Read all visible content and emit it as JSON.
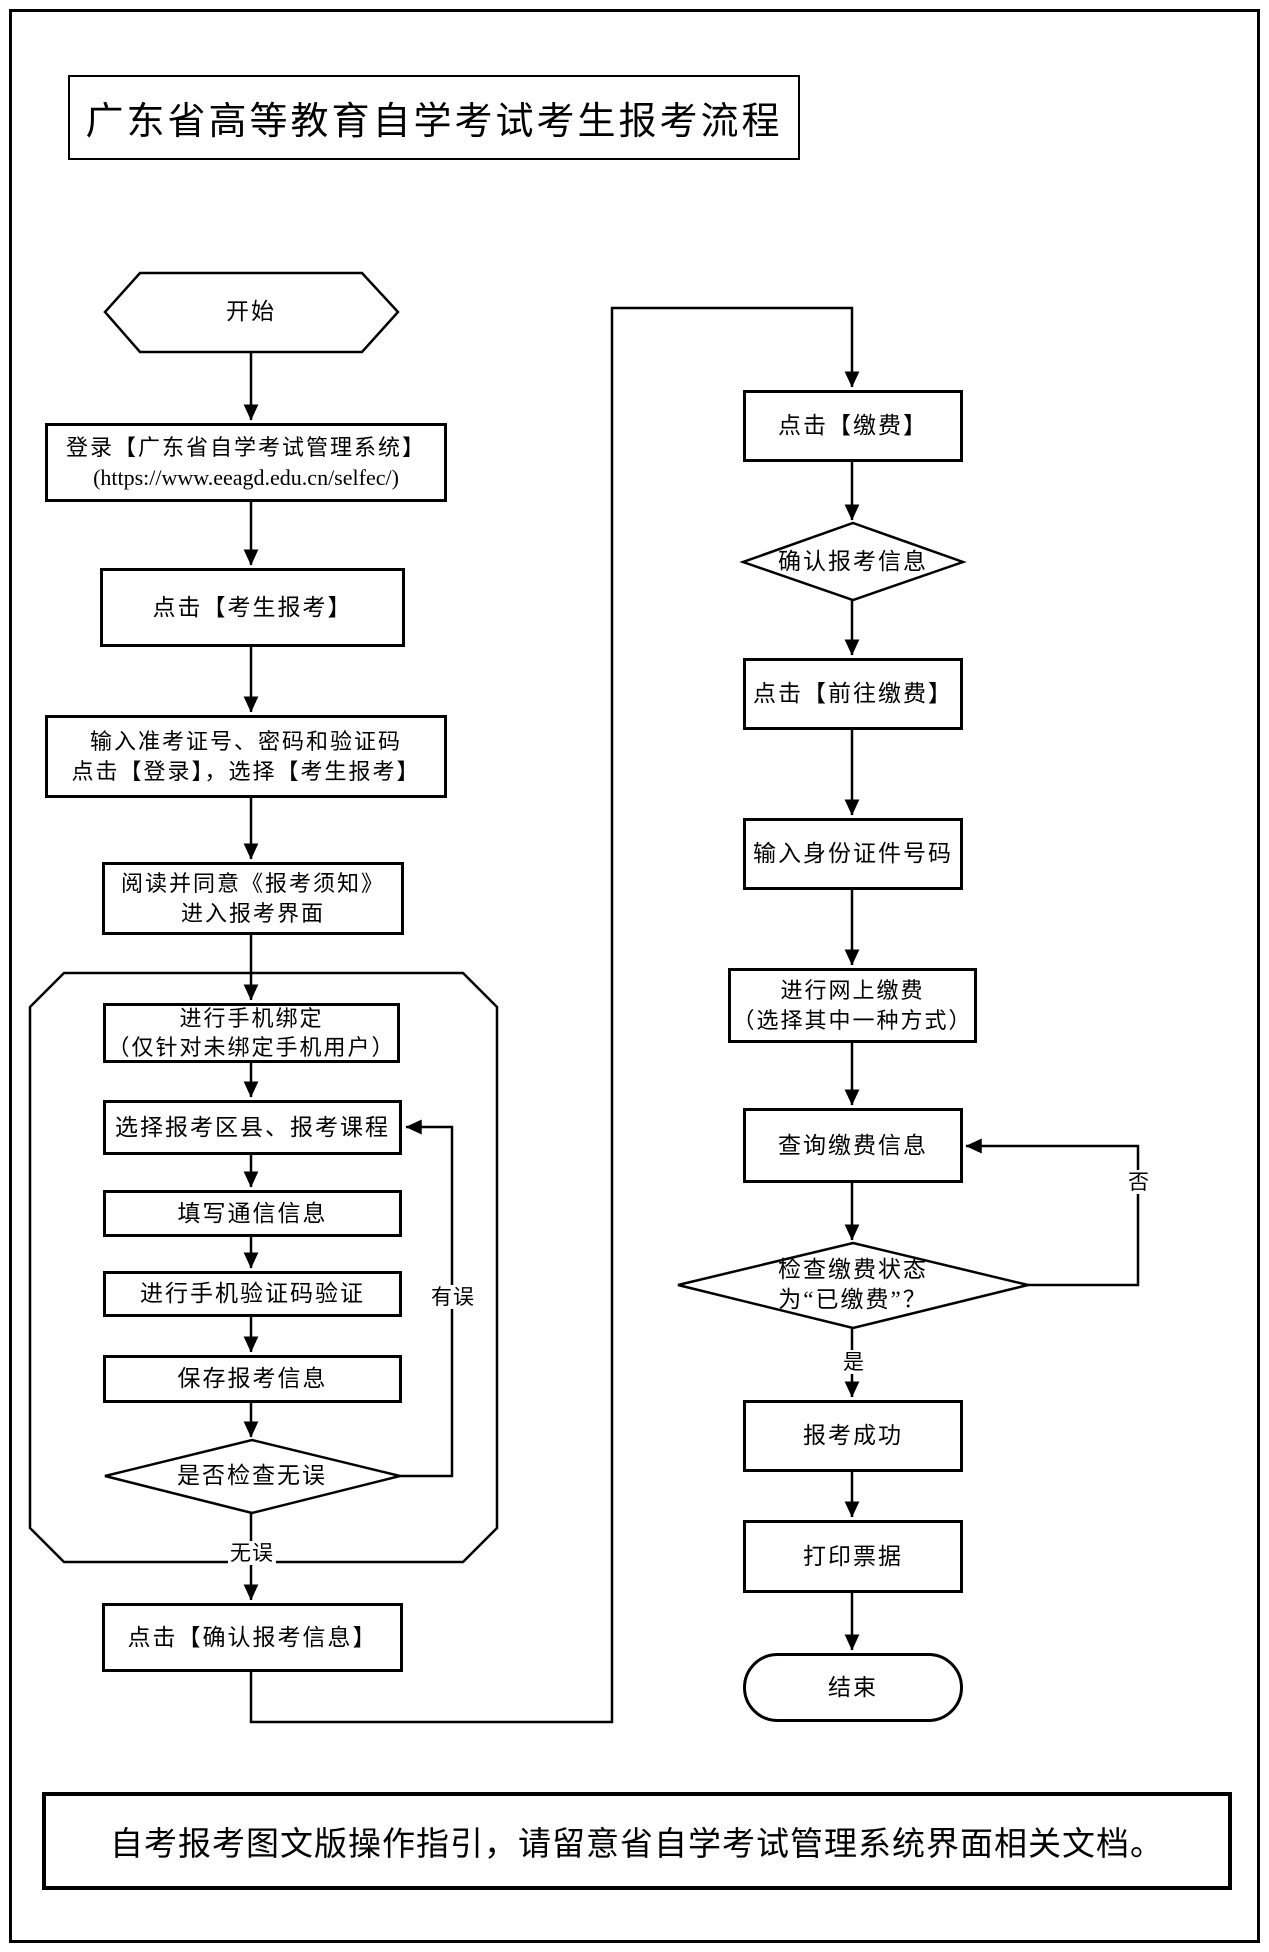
{
  "page": {
    "title": "广东省高等教育自学考试考生报考流程",
    "footer_note": "自考报考图文版操作指引，请留意省自学考试管理系统界面相关文档。"
  },
  "nodes": {
    "start": "开始",
    "login_line1": "登录【广东省自学考试管理系统】",
    "login_line2": "(https://www.eeagd.edu.cn/selfec/)",
    "click_candidate_register": "点击【考生报考】",
    "enter_credentials_line1": "输入准考证号、密码和验证码",
    "enter_credentials_line2": "点击【登录】，选择【考生报考】",
    "read_notice_line1": "阅读并同意《报考须知》",
    "read_notice_line2": "进入报考界面",
    "phone_bind_line1": "进行手机绑定",
    "phone_bind_line2": "（仅针对未绑定手机用户）",
    "select_courses": "选择报考区县、报考课程",
    "fill_contact": "填写通信信息",
    "sms_verify": "进行手机验证码验证",
    "save_info": "保存报考信息",
    "check_correct": "是否检查无误",
    "confirm_info": "点击【确认报考信息】",
    "click_pay": "点击【缴费】",
    "confirm_reg_info": "确认报考信息",
    "go_pay": "点击【前往缴费】",
    "enter_id": "输入身份证件号码",
    "online_pay_line1": "进行网上缴费",
    "online_pay_line2": "（选择其中一种方式）",
    "query_pay": "查询缴费信息",
    "check_paid_line1": "检查缴费状态",
    "check_paid_line2": "为“已缴费”？",
    "success": "报考成功",
    "print_receipt": "打印票据",
    "end": "结束"
  },
  "edge_labels": {
    "error": "有误",
    "no_error": "无误",
    "yes": "是",
    "no": "否"
  }
}
